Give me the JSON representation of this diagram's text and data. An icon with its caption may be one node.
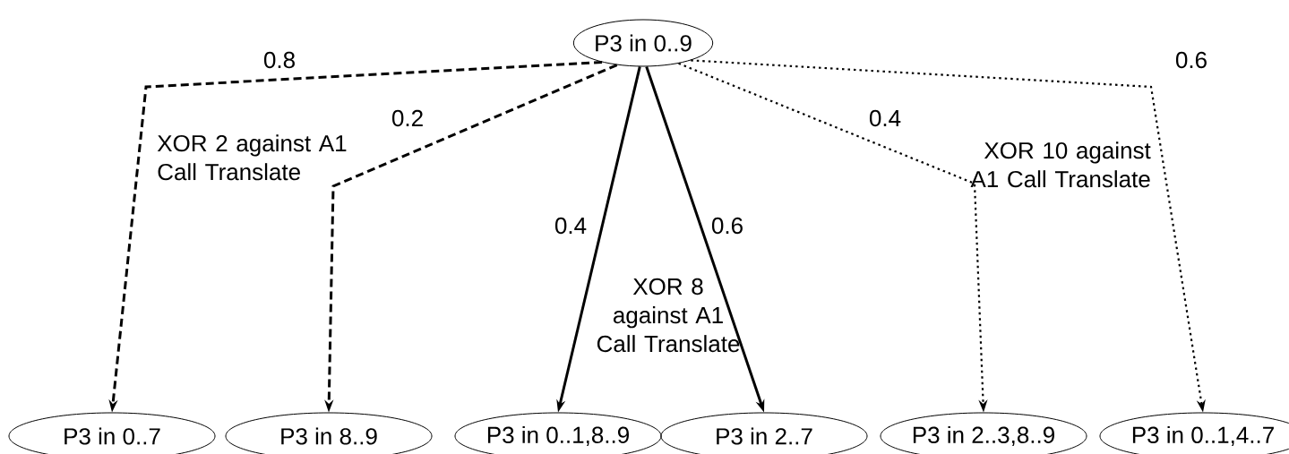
{
  "diagram": {
    "nodes": [
      {
        "text": [
          "P3 in 0..9"
        ]
      },
      {
        "text": [
          "P3 in 0..7"
        ]
      },
      {
        "text": [
          "P3 in 8..9"
        ]
      },
      {
        "text": [
          "P3 in 0..1,8..9"
        ]
      },
      {
        "text": [
          "P3 in 2..7"
        ]
      },
      {
        "text": [
          "P3 in 2..3,8..9"
        ]
      },
      {
        "text": [
          "P3 in 0..1,4..7"
        ]
      }
    ],
    "edges": [
      {
        "from": 0,
        "to": 1,
        "arrow": "to",
        "label": "0.8",
        "style": "dashed"
      },
      {
        "from": 0,
        "to": 2,
        "arrow": "to",
        "label": "0.2",
        "style": "dashed"
      },
      {
        "from": 0,
        "to": 3,
        "arrow": "to",
        "label": "0.4"
      },
      {
        "from": 0,
        "to": 4,
        "arrow": "to",
        "label": "0.6"
      },
      {
        "from": 0,
        "to": 5,
        "arrow": "to",
        "label": "0.4",
        "style": "dashed"
      },
      {
        "from": 0,
        "to": 6,
        "arrow": "to",
        "label": "0.6",
        "style": "dashed"
      }
    ],
    "labels": [
      "XOR 2 against A1 Call Translate",
      "XOR 8 against A1 Call Translate",
      "XOR 10 against A1 Call Translate"
    ]
  }
}
